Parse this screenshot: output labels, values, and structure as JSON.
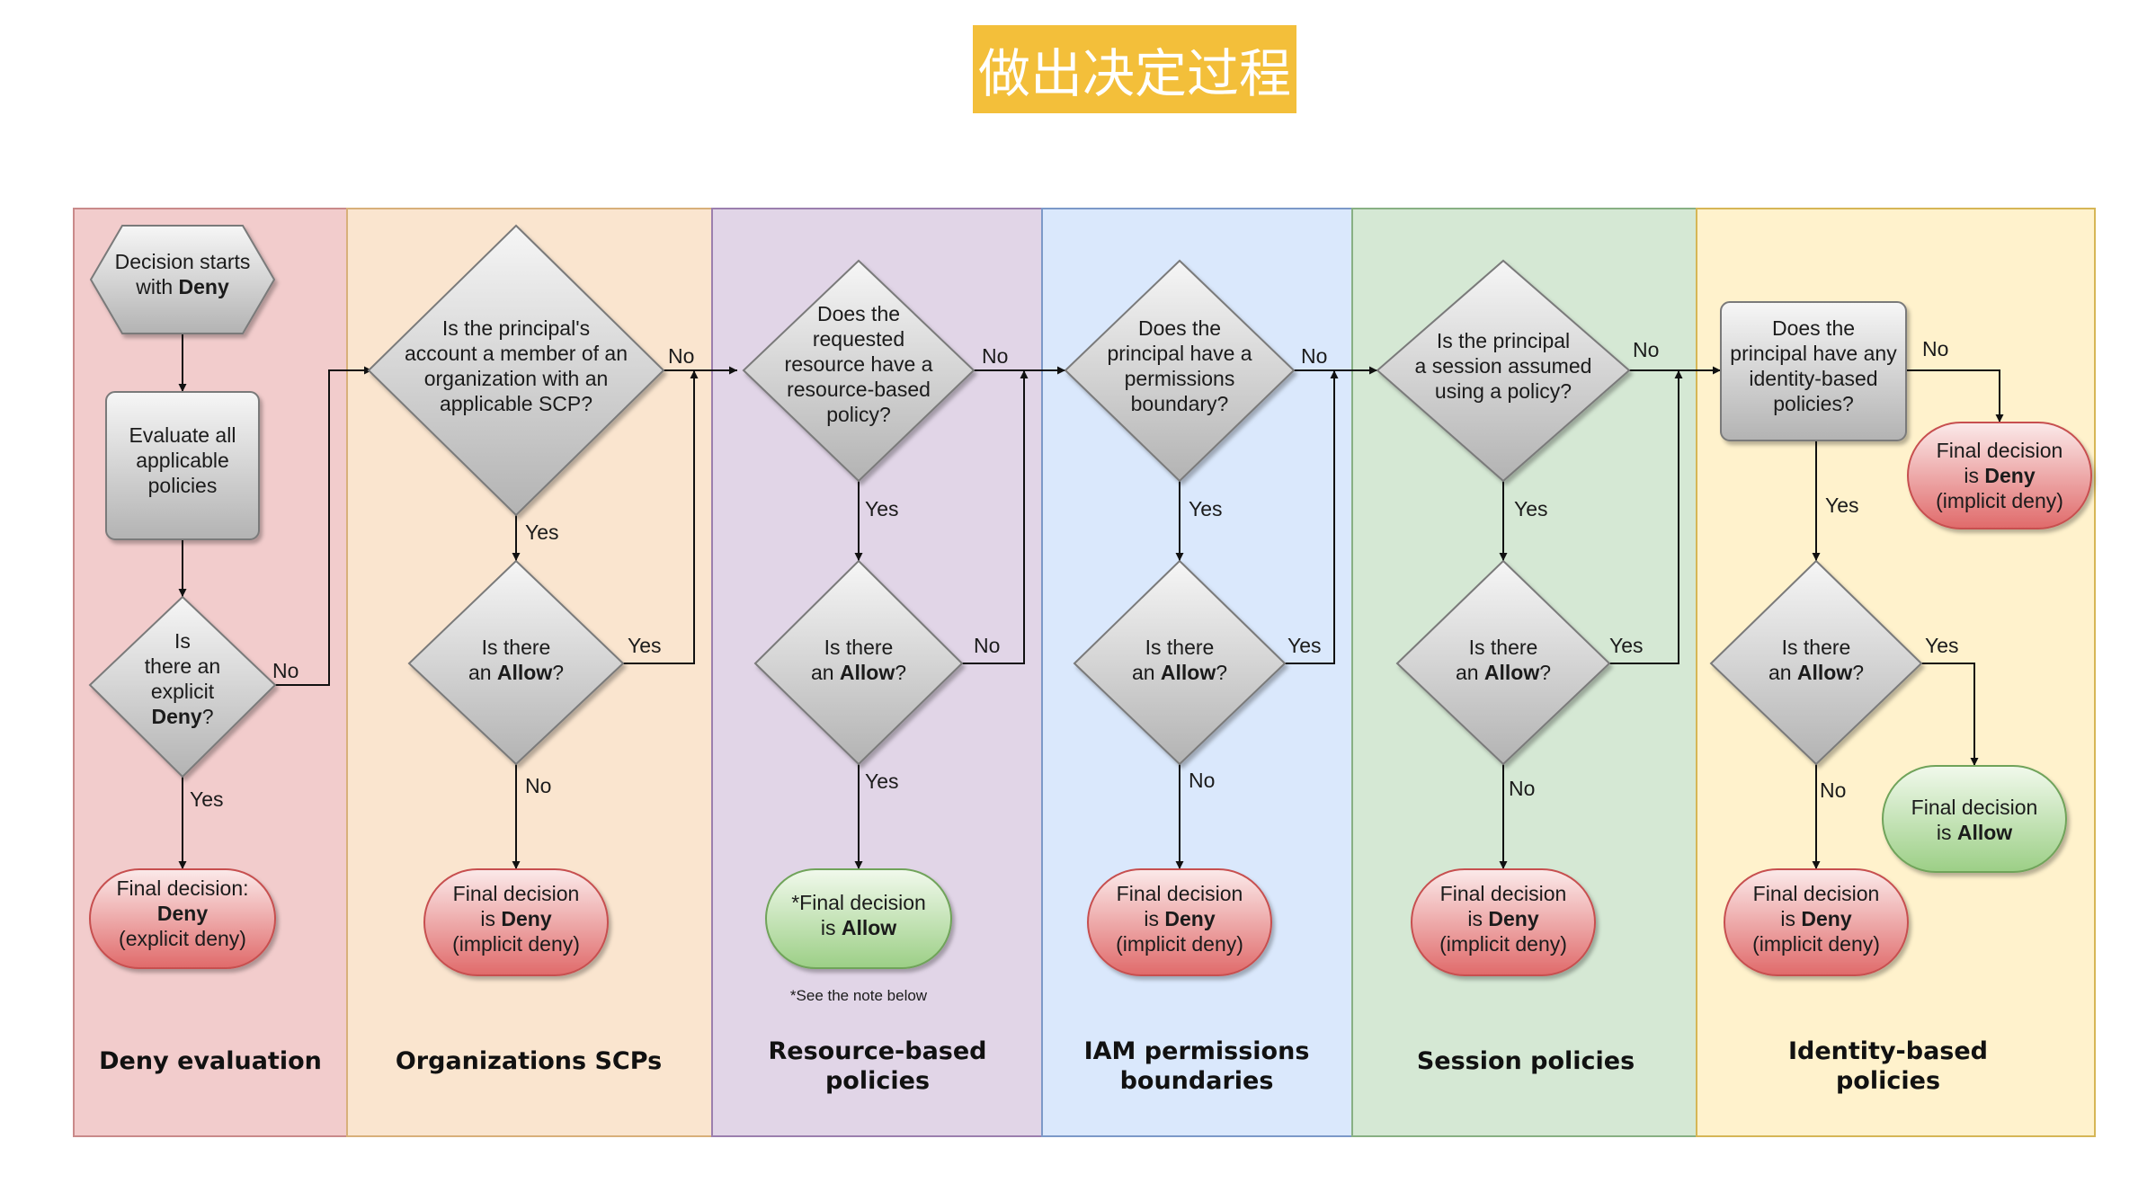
{
  "banner": {
    "title": "做出决定过程",
    "color": "#f3bf3a"
  },
  "lanes": [
    {
      "id": "deny",
      "title": [
        "Deny evaluation"
      ],
      "color": "#f2cccc"
    },
    {
      "id": "org",
      "title": [
        "Organizations SCPs"
      ],
      "color": "#fae5cf"
    },
    {
      "id": "res",
      "title": [
        "Resource-based",
        "policies"
      ],
      "color": "#e1d5e7"
    },
    {
      "id": "iam",
      "title": [
        "IAM permissions",
        "boundaries"
      ],
      "color": "#dae8fc"
    },
    {
      "id": "sess",
      "title": [
        "Session policies"
      ],
      "color": "#d5e8d4"
    },
    {
      "id": "ident",
      "title": [
        "Identity-based",
        "policies"
      ],
      "color": "#fff2cc"
    }
  ],
  "nodes": {
    "start": {
      "lines": [
        [
          [
            "Decision starts",
            false
          ]
        ],
        [
          [
            "with ",
            false
          ],
          [
            "Deny",
            true
          ]
        ]
      ]
    },
    "eval": {
      "lines": [
        [
          [
            "Evaluate all",
            false
          ]
        ],
        [
          [
            "applicable",
            false
          ]
        ],
        [
          [
            "policies",
            false
          ]
        ]
      ]
    },
    "q_deny": {
      "lines": [
        [
          [
            "Is",
            false
          ]
        ],
        [
          [
            "there an",
            false
          ]
        ],
        [
          [
            "explicit",
            false
          ]
        ],
        [
          [
            "Deny",
            true
          ],
          [
            "?",
            false
          ]
        ]
      ]
    },
    "f_deny": {
      "lines": [
        [
          [
            "Final decision:",
            false
          ]
        ],
        [
          [
            "Deny",
            true
          ]
        ],
        [
          [
            "(explicit deny)",
            false
          ]
        ]
      ]
    },
    "q_org": {
      "lines": [
        [
          [
            "Is the principal's",
            false
          ]
        ],
        [
          [
            "account a member of an",
            false
          ]
        ],
        [
          [
            "organization with an",
            false
          ]
        ],
        [
          [
            "applicable SCP?",
            false
          ]
        ]
      ]
    },
    "a_org": {
      "lines": [
        [
          [
            "Is there",
            false
          ]
        ],
        [
          [
            "an ",
            false
          ],
          [
            "Allow",
            true
          ],
          [
            "?",
            false
          ]
        ]
      ]
    },
    "f_org": {
      "lines": [
        [
          [
            "Final decision",
            false
          ]
        ],
        [
          [
            "is ",
            false
          ],
          [
            "Deny",
            true
          ]
        ],
        [
          [
            "(implicit deny)",
            false
          ]
        ]
      ]
    },
    "q_res": {
      "lines": [
        [
          [
            "Does the",
            false
          ]
        ],
        [
          [
            "requested",
            false
          ]
        ],
        [
          [
            "resource have a",
            false
          ]
        ],
        [
          [
            "resource-based",
            false
          ]
        ],
        [
          [
            "policy?",
            false
          ]
        ]
      ]
    },
    "a_res": {
      "lines": [
        [
          [
            "Is there",
            false
          ]
        ],
        [
          [
            "an ",
            false
          ],
          [
            "Allow",
            true
          ],
          [
            "?",
            false
          ]
        ]
      ]
    },
    "f_res": {
      "lines": [
        [
          [
            "*Final decision",
            false
          ]
        ],
        [
          [
            "is ",
            false
          ],
          [
            "Allow",
            true
          ]
        ]
      ]
    },
    "q_iam": {
      "lines": [
        [
          [
            "Does the",
            false
          ]
        ],
        [
          [
            "principal have a",
            false
          ]
        ],
        [
          [
            "permissions",
            false
          ]
        ],
        [
          [
            "boundary?",
            false
          ]
        ]
      ]
    },
    "a_iam": {
      "lines": [
        [
          [
            "Is there",
            false
          ]
        ],
        [
          [
            "an ",
            false
          ],
          [
            "Allow",
            true
          ],
          [
            "?",
            false
          ]
        ]
      ]
    },
    "f_iam": {
      "lines": [
        [
          [
            "Final decision",
            false
          ]
        ],
        [
          [
            "is ",
            false
          ],
          [
            "Deny",
            true
          ]
        ],
        [
          [
            "(implicit deny)",
            false
          ]
        ]
      ]
    },
    "q_sess": {
      "lines": [
        [
          [
            "Is the principal",
            false
          ]
        ],
        [
          [
            "a session assumed",
            false
          ]
        ],
        [
          [
            "using a policy?",
            false
          ]
        ]
      ]
    },
    "a_sess": {
      "lines": [
        [
          [
            "Is there",
            false
          ]
        ],
        [
          [
            "an ",
            false
          ],
          [
            "Allow",
            true
          ],
          [
            "?",
            false
          ]
        ]
      ]
    },
    "f_sess": {
      "lines": [
        [
          [
            "Final decision",
            false
          ]
        ],
        [
          [
            "is ",
            false
          ],
          [
            "Deny",
            true
          ]
        ],
        [
          [
            "(implicit deny)",
            false
          ]
        ]
      ]
    },
    "q_ident": {
      "lines": [
        [
          [
            "Does the",
            false
          ]
        ],
        [
          [
            "principal have any",
            false
          ]
        ],
        [
          [
            "identity-based",
            false
          ]
        ],
        [
          [
            "policies?",
            false
          ]
        ]
      ]
    },
    "f_ident_no": {
      "lines": [
        [
          [
            "Final decision",
            false
          ]
        ],
        [
          [
            "is ",
            false
          ],
          [
            "Deny",
            true
          ]
        ],
        [
          [
            "(implicit deny)",
            false
          ]
        ]
      ]
    },
    "a_ident": {
      "lines": [
        [
          [
            "Is there",
            false
          ]
        ],
        [
          [
            "an ",
            false
          ],
          [
            "Allow",
            true
          ],
          [
            "?",
            false
          ]
        ]
      ]
    },
    "f_ident_allow": {
      "lines": [
        [
          [
            "Final decision",
            false
          ]
        ],
        [
          [
            "is ",
            false
          ],
          [
            "Allow",
            true
          ]
        ]
      ]
    },
    "f_ident_deny": {
      "lines": [
        [
          [
            "Final decision",
            false
          ]
        ],
        [
          [
            "is ",
            false
          ],
          [
            "Deny",
            true
          ]
        ],
        [
          [
            "(implicit deny)",
            false
          ]
        ]
      ]
    }
  },
  "edge_labels": {
    "yes": "Yes",
    "no": "No"
  },
  "note": "*See the note below",
  "colors": {
    "deny_fill": "#e06a6a",
    "allow_fill": "#9ccf86",
    "question_fill": "#b3b3b3",
    "process_fill": "#c4c4c4"
  }
}
